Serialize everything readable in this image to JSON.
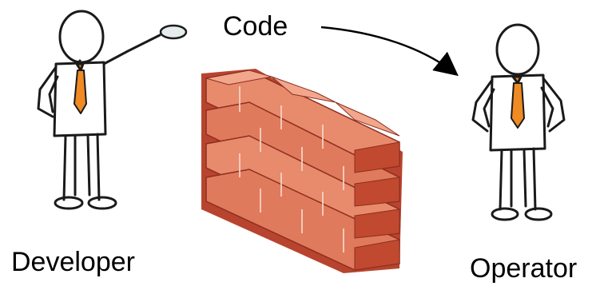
{
  "diagram": {
    "labels": {
      "code": "Code",
      "developer": "Developer",
      "operator": "Operator"
    },
    "colors": {
      "brick_light": "#e88a6c",
      "brick_dark": "#b8442f",
      "brick_face": "#d9613f",
      "tie": "#f08a24",
      "stroke": "#1a1a1a",
      "ball": "#e6ebee"
    },
    "icons": [
      "developer-figure",
      "operator-figure",
      "brick-wall",
      "code-arrow",
      "speech-bubble"
    ]
  }
}
